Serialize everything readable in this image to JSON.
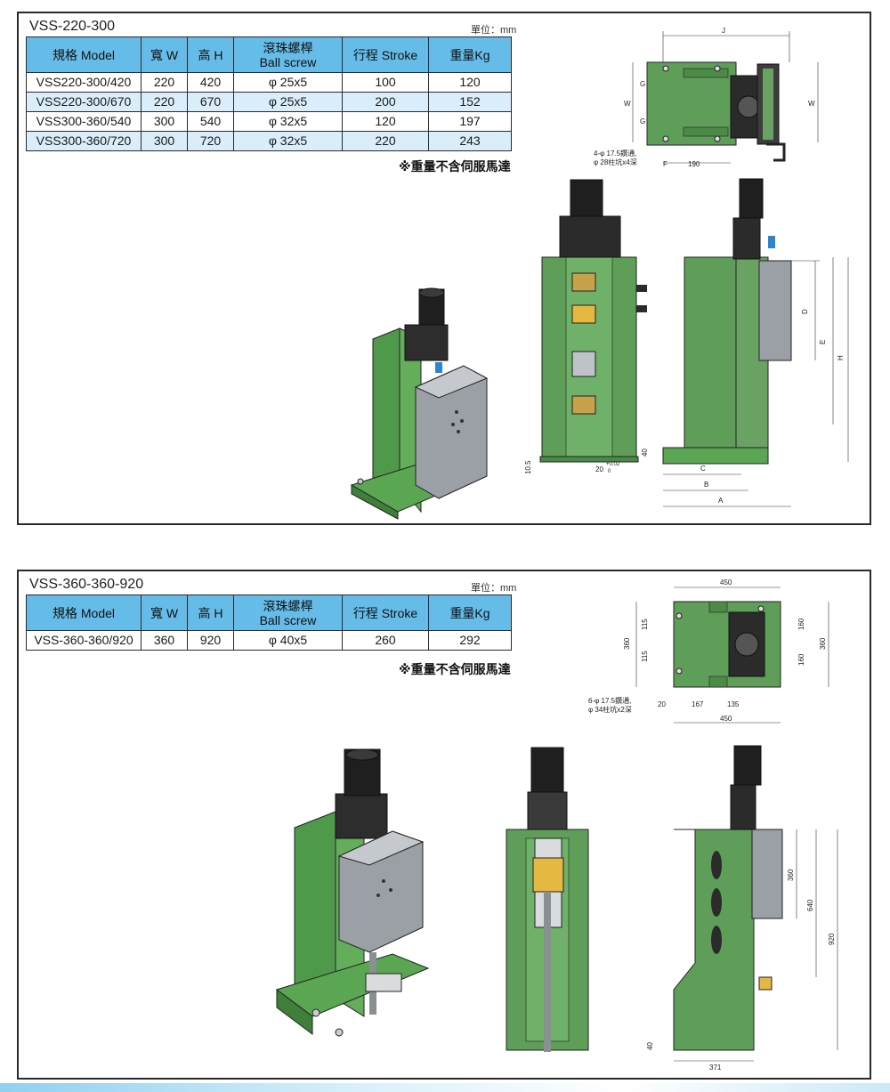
{
  "unit_label": "單位：mm",
  "headers": {
    "model": "規格 Model",
    "width": "寬 W",
    "height": "高 H",
    "ballscrew_cn": "滾珠螺桿",
    "ballscrew_en": "Ball screw",
    "stroke": "行程 Stroke",
    "weight": "重量Kg"
  },
  "note": "※重量不含伺服馬達",
  "series1": {
    "title": "VSS-220-300",
    "rows": [
      [
        "VSS220-300/420",
        "220",
        "420",
        "φ 25x5",
        "100",
        "120"
      ],
      [
        "VSS220-300/670",
        "220",
        "670",
        "φ 25x5",
        "200",
        "152"
      ],
      [
        "VSS300-360/540",
        "300",
        "540",
        "φ 32x5",
        "120",
        "197"
      ],
      [
        "VSS300-360/720",
        "300",
        "720",
        "φ 32x5",
        "220",
        "243"
      ]
    ],
    "dims": {
      "J": "J",
      "G": "G",
      "W": "W",
      "F": "F",
      "d190": "190",
      "hole_note_1": "4-φ 17.5鑽通,",
      "hole_note_2": "φ 28柱坑x4深",
      "D": "D",
      "E": "E",
      "H": "H",
      "C": "C",
      "B": "B",
      "A": "A",
      "d40": "40",
      "d10_5": "10.5",
      "d20": "20",
      "tol_plus": "+0.02",
      "tol_zero": "0"
    }
  },
  "series2": {
    "title": "VSS-360-360-920",
    "rows": [
      [
        "VSS-360-360/920",
        "360",
        "920",
        "φ 40x5",
        "260",
        "292"
      ]
    ],
    "dims": {
      "d450_top": "450",
      "d360_left": "360",
      "d115_a": "115",
      "d115_b": "115",
      "d160_a": "160",
      "d160_b": "160",
      "d360_right": "360",
      "hole_note_1": "6-φ 17.5鑽通,",
      "hole_note_2": "φ 34柱坑x2深",
      "d20": "20",
      "d167": "167",
      "d135": "135",
      "d450_bottom": "450",
      "d360_side": "360",
      "d640": "640",
      "d920": "920",
      "d40": "40",
      "d371": "371"
    }
  }
}
